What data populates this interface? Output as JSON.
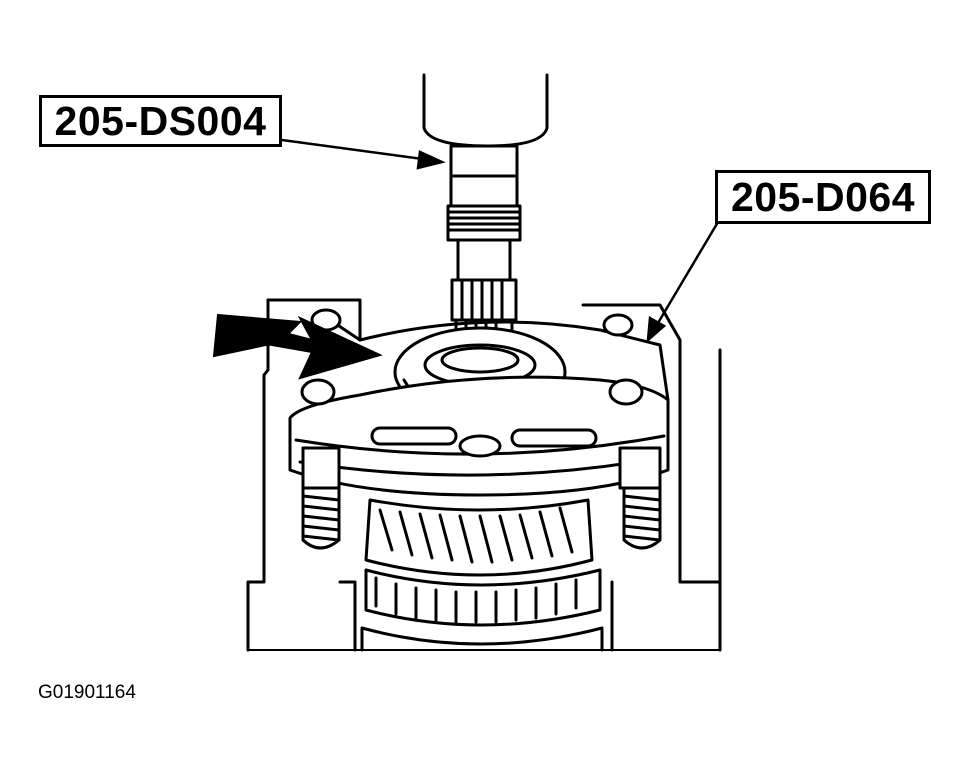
{
  "figure": {
    "callouts": [
      {
        "id": "tool-1",
        "text": "205-DS004"
      },
      {
        "id": "tool-2",
        "text": "205-D064"
      }
    ],
    "figure_id": "G01901164"
  },
  "colors": {
    "ink": "#000000",
    "paper": "#ffffff"
  }
}
